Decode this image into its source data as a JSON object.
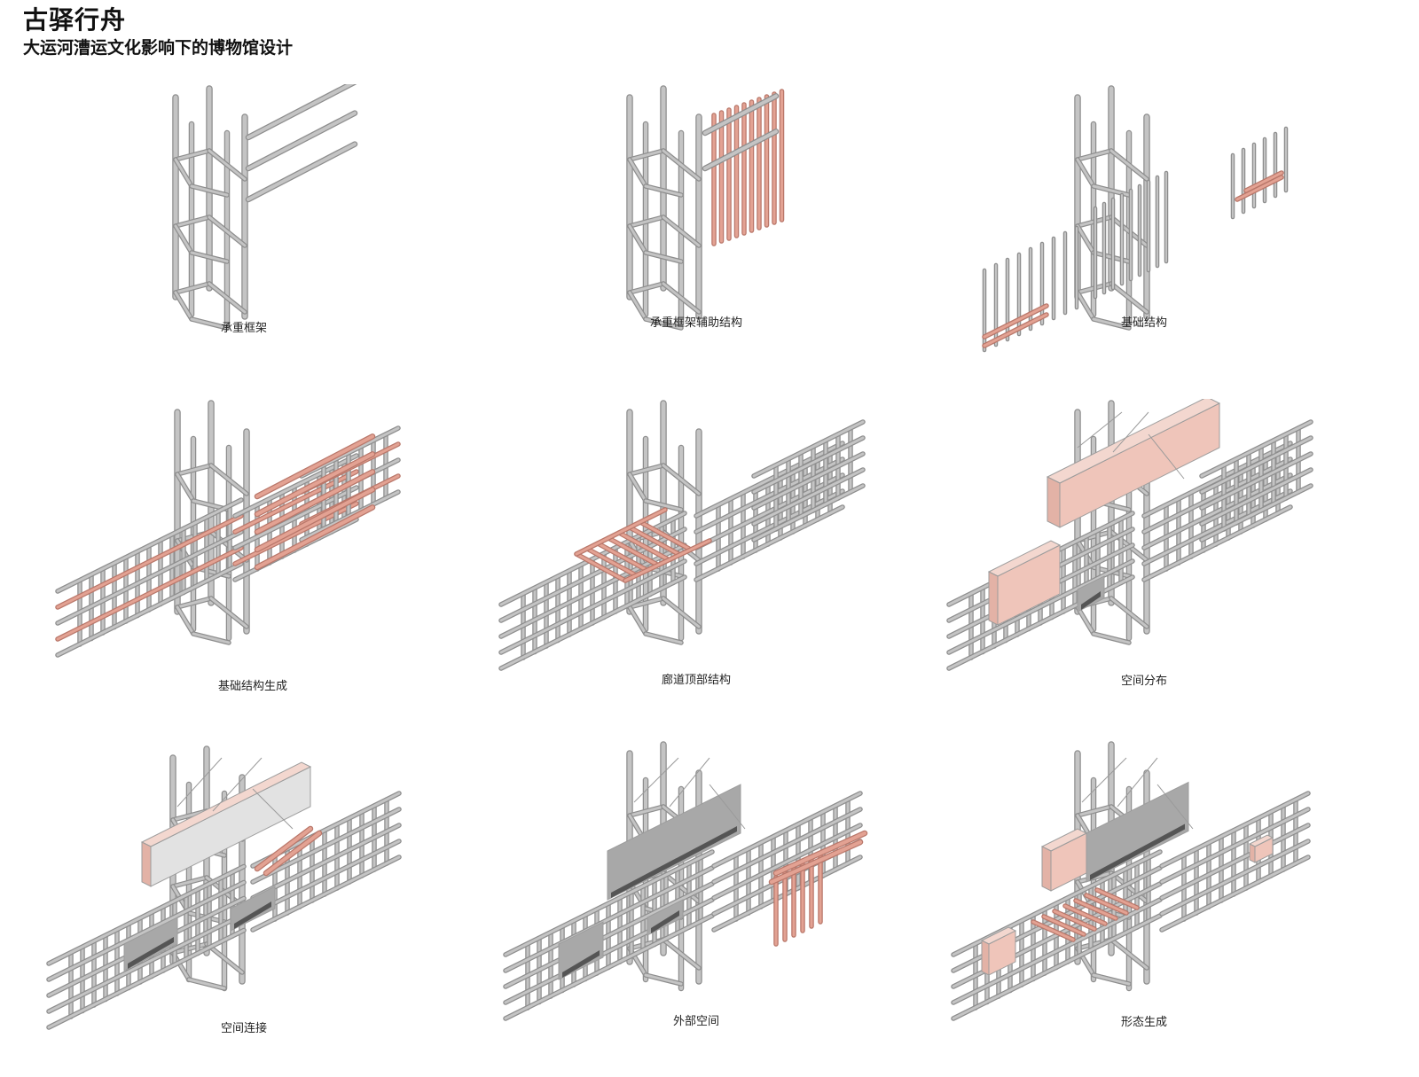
{
  "header": {
    "title": "古驿行舟",
    "subtitle": "大运河漕运文化影响下的博物馆设计"
  },
  "colors": {
    "frame": "#c4c4c4",
    "frame_edge": "#8e8e8e",
    "accent": "#e3a293",
    "accent_fill": "#efc5ba",
    "panel_dark": "#555555"
  },
  "diagrams": [
    {
      "id": "p1",
      "caption": "承重框架",
      "stage": 1
    },
    {
      "id": "p2",
      "caption": "承重框架辅助结构",
      "stage": 2
    },
    {
      "id": "p3",
      "caption": "基础结构",
      "stage": 3
    },
    {
      "id": "p4",
      "caption": "基础结构生成",
      "stage": 4
    },
    {
      "id": "p5",
      "caption": "廊道顶部结构",
      "stage": 5
    },
    {
      "id": "p6",
      "caption": "空间分布",
      "stage": 6
    },
    {
      "id": "p7",
      "caption": "空间连接",
      "stage": 7
    },
    {
      "id": "p8",
      "caption": "外部空间",
      "stage": 8
    },
    {
      "id": "p9",
      "caption": "形态生成",
      "stage": 9
    }
  ]
}
